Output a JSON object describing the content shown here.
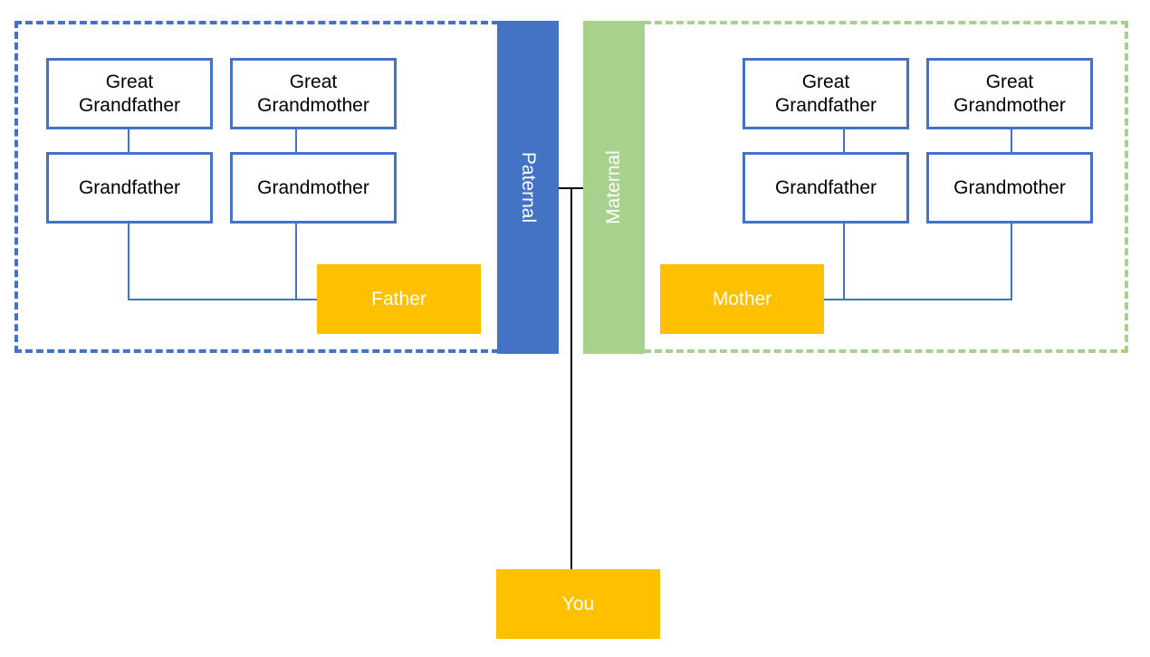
{
  "colors": {
    "paternal_accent": "#4472C4",
    "maternal_accent": "#A9D18E",
    "highlight": "#FFC000"
  },
  "paternal": {
    "side_label": "Paternal",
    "great_grandfather": "Great\nGrandfather",
    "great_grandmother": "Great\nGrandmother",
    "grandfather": "Grandfather",
    "grandmother": "Grandmother",
    "parent": "Father"
  },
  "maternal": {
    "side_label": "Maternal",
    "great_grandfather": "Great\nGrandfather",
    "great_grandmother": "Great\nGrandmother",
    "grandfather": "Grandfather",
    "grandmother": "Grandmother",
    "parent": "Mother"
  },
  "self": {
    "label": "You"
  }
}
